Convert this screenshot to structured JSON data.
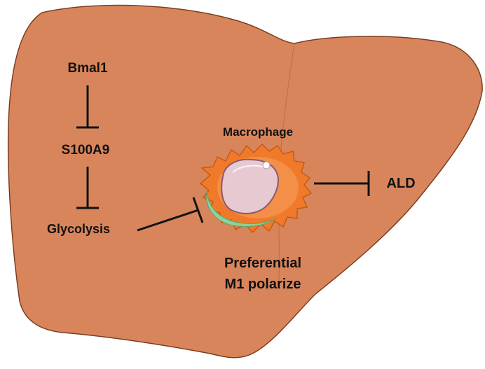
{
  "labels": {
    "bmal1": "Bmal1",
    "s100a9": "S100A9",
    "glycolysis": "Glycolysis",
    "macrophage": "Macrophage",
    "ald": "ALD",
    "outcome_line1": "Preferential",
    "outcome_line2": "M1 polarize"
  },
  "colors": {
    "liver_fill": "#d9855b",
    "liver_outline": "#7a3e22",
    "macrophage_body": "#f07a2a",
    "macrophage_membrane": "#8ed19a",
    "nucleus": "#e7c9d2",
    "nucleus_outline": "#8a5a70",
    "inhibit_line": "#111111"
  },
  "icons": {
    "organ": "liver-icon",
    "cell": "macrophage-icon"
  }
}
